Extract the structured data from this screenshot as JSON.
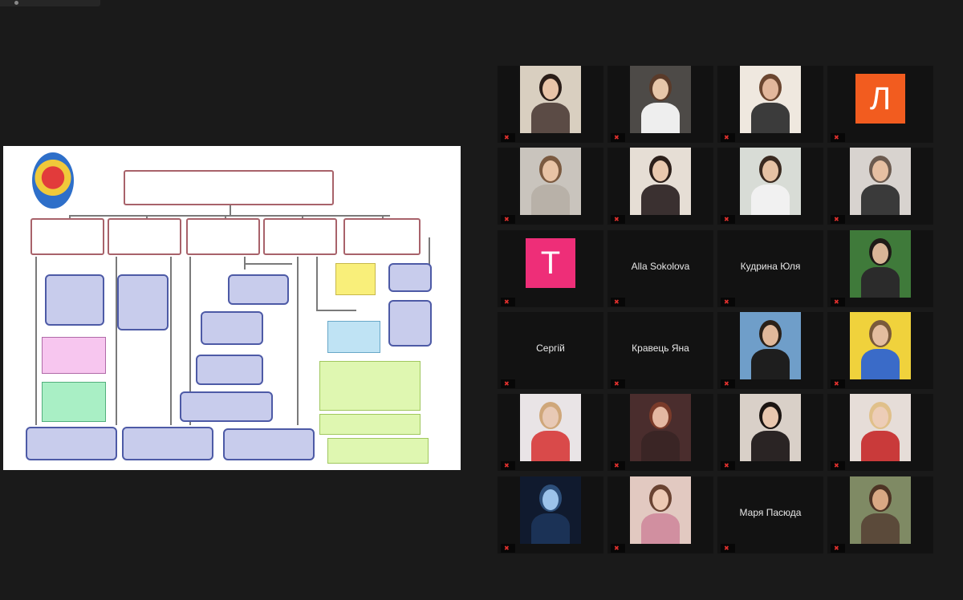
{
  "window": {
    "title_indicator": "recording-dot"
  },
  "shared_screen": {
    "logo": "university-emblem-logo"
  },
  "participants": [
    {
      "name": "",
      "mic_icon": "muted-mic-icon",
      "video": "on",
      "bg": "#d9cfc0",
      "skin": "#e9c4a8",
      "hair": "#2a1d18",
      "shirt": "#5b4b45"
    },
    {
      "name": "",
      "mic_icon": "muted-mic-icon",
      "video": "on",
      "bg": "#4d4a47",
      "skin": "#e7c6a9",
      "hair": "#5a3b2a",
      "shirt": "#eeeeee"
    },
    {
      "name": "",
      "mic_icon": "muted-mic-icon",
      "video": "on",
      "bg": "#efe8df",
      "skin": "#e2b79c",
      "hair": "#6b4630",
      "shirt": "#3b3b3b"
    },
    {
      "name": "",
      "mic_icon": "muted-mic-icon",
      "video": "off",
      "letter": "Л",
      "letter_bg": "#f25c1f"
    },
    {
      "name": "",
      "mic_icon": "muted-mic-icon",
      "video": "on",
      "bg": "#c9c4bd",
      "skin": "#e8c3a5",
      "hair": "#7b5a40",
      "shirt": "#b8b1a8"
    },
    {
      "name": "",
      "mic_icon": "muted-mic-icon",
      "video": "on",
      "bg": "#e6ded5",
      "skin": "#e9c8ae",
      "hair": "#2c1f1a",
      "shirt": "#3a3030"
    },
    {
      "name": "",
      "mic_icon": "muted-mic-icon",
      "video": "on",
      "bg": "#d8dcd6",
      "skin": "#e6c2a4",
      "hair": "#3a2a20",
      "shirt": "#f1f1f1"
    },
    {
      "name": "",
      "mic_icon": "muted-mic-icon",
      "video": "on",
      "bg": "#d8d3cf",
      "skin": "#e6bfa2",
      "hair": "#6b5a4f",
      "shirt": "#3a3a3a"
    },
    {
      "name": "",
      "mic_icon": "muted-mic-icon",
      "video": "off",
      "letter": "T",
      "letter_bg": "#ee2e78"
    },
    {
      "name": "",
      "mic_icon": "muted-mic-icon",
      "video": "off",
      "center_name": "Alla Sokolova"
    },
    {
      "name": "",
      "mic_icon": "muted-mic-icon",
      "video": "off",
      "center_name": "Кудрина Юля"
    },
    {
      "name": "",
      "mic_icon": "muted-mic-icon",
      "video": "on",
      "bg": "#3f7a3a",
      "skin": "#d9b597",
      "hair": "#1f1a17",
      "shirt": "#2b2b2b"
    },
    {
      "name": "",
      "mic_icon": "muted-mic-icon",
      "video": "off",
      "center_name": "Сергій"
    },
    {
      "name": "",
      "mic_icon": "muted-mic-icon",
      "video": "off",
      "center_name": "Кравець Яна"
    },
    {
      "name": "",
      "mic_icon": "muted-mic-icon",
      "video": "on",
      "bg": "#6f9ec9",
      "skin": "#e0b89a",
      "hair": "#2b2118",
      "shirt": "#1e1e1e"
    },
    {
      "name": "",
      "mic_icon": "muted-mic-icon",
      "video": "on",
      "bg": "#f0d23c",
      "skin": "#e4bd9f",
      "hair": "#7a5a3c",
      "shirt": "#3a6bc8"
    },
    {
      "name": "",
      "mic_icon": "muted-mic-icon",
      "video": "on",
      "bg": "#e9e4e6",
      "skin": "#e8c9b5",
      "hair": "#cfa77a",
      "shirt": "#d94a4a"
    },
    {
      "name": "",
      "mic_icon": "muted-mic-icon",
      "video": "on",
      "bg": "#4a2d2d",
      "skin": "#e4b8a2",
      "hair": "#7a3b2a",
      "shirt": "#3a2525"
    },
    {
      "name": "",
      "mic_icon": "muted-mic-icon",
      "video": "on",
      "bg": "#d9d0c8",
      "skin": "#e9c7ae",
      "hair": "#1c1512",
      "shirt": "#2a2424"
    },
    {
      "name": "",
      "mic_icon": "muted-mic-icon",
      "video": "on",
      "bg": "#e6ddd8",
      "skin": "#edcdb7",
      "hair": "#e0c08a",
      "shirt": "#c93a3a"
    },
    {
      "name": "",
      "mic_icon": "muted-mic-icon",
      "video": "on",
      "bg": "#101a2e",
      "skin": "#9cc3ea",
      "hair": "#2d4f7a",
      "shirt": "#1b3256"
    },
    {
      "name": "",
      "mic_icon": "muted-mic-icon",
      "video": "on",
      "bg": "#e2c9c1",
      "skin": "#edc9b4",
      "hair": "#6a4332",
      "shirt": "#d18fa0"
    },
    {
      "name": "",
      "mic_icon": "muted-mic-icon",
      "video": "off",
      "center_name": "Маря Пасюда"
    },
    {
      "name": "",
      "mic_icon": "muted-mic-icon",
      "video": "on",
      "bg": "#7f8a64",
      "skin": "#d9a884",
      "hair": "#4e3425",
      "shirt": "#5b4a3a"
    }
  ]
}
